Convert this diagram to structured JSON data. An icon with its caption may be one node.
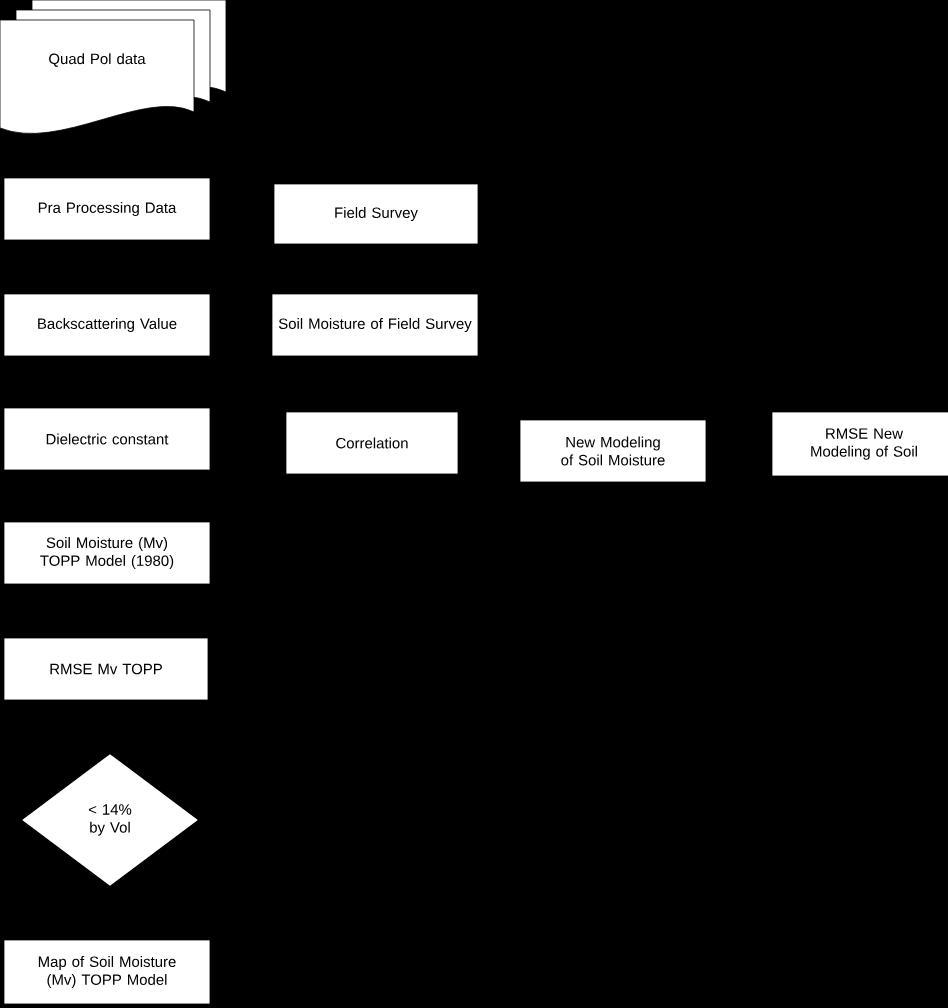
{
  "diagram": {
    "nodes": [
      {
        "text": [
          "Quad Pol data"
        ]
      },
      {
        "text": [
          "Pra Processing Data"
        ]
      },
      {
        "text": [
          "Field Survey"
        ]
      },
      {
        "text": [
          "Backscattering Value"
        ]
      },
      {
        "text": [
          "Soil Moisture of Field Survey"
        ]
      },
      {
        "text": [
          "Dielectric constant"
        ]
      },
      {
        "text": [
          "Correlation"
        ]
      },
      {
        "text": [
          "New Modeling of Soil Moisture"
        ]
      },
      {
        "text": [
          "RMSE New Modeling of Soil"
        ]
      },
      {
        "text": [
          "Soil Moisture (Mv) TOPP Model (1980)"
        ]
      },
      {
        "text": [
          "RMSE Mv TOPP"
        ]
      },
      {
        "text": [
          "< 14% by Vol"
        ]
      },
      {
        "text": [
          "Map of Soil Moisture (Mv) TOPP Model"
        ]
      }
    ]
  }
}
